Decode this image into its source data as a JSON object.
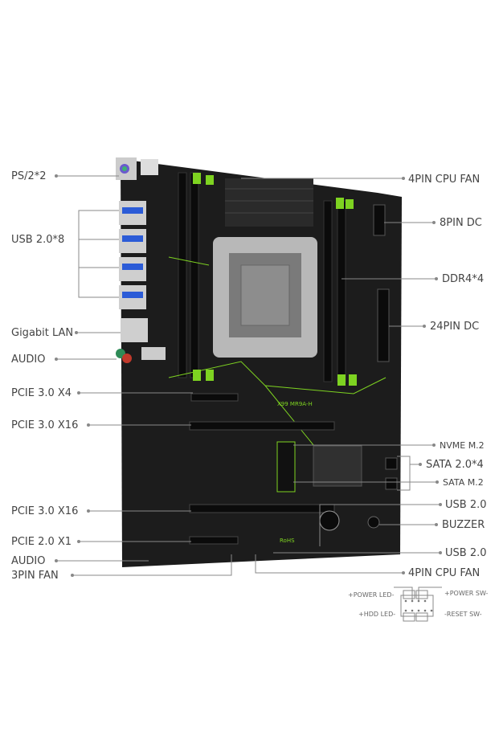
{
  "board": {
    "model": "X99 MR9A-H",
    "rohs": "RoHS",
    "colors": {
      "pcb": "#1c1c1c",
      "accent": "#7ed321",
      "heatsink": "#2a2a2a",
      "socket": "#b8b8b8"
    }
  },
  "left_labels": [
    "PS/2*2",
    "USB 2.0*8",
    "Gigabit LAN",
    "AUDIO",
    "PCIE 3.0 X4",
    "PCIE 3.0 X16",
    "PCIE 3.0 X16",
    "PCIE 2.0 X1",
    "AUDIO",
    "3PIN FAN"
  ],
  "right_labels": [
    "4PIN CPU FAN",
    "8PIN DC",
    "DDR4*4",
    "24PIN DC",
    "NVME M.2",
    "SATA 2.0*4",
    "SATA M.2",
    "USB 2.0",
    "BUZZER",
    "USB 2.0",
    "4PIN CPU FAN"
  ],
  "front_panel": {
    "power_led": "+POWER LED-",
    "power_sw": "+POWER SW-",
    "hdd_led": "+HDD LED-",
    "reset_sw": "-RESET SW-"
  }
}
